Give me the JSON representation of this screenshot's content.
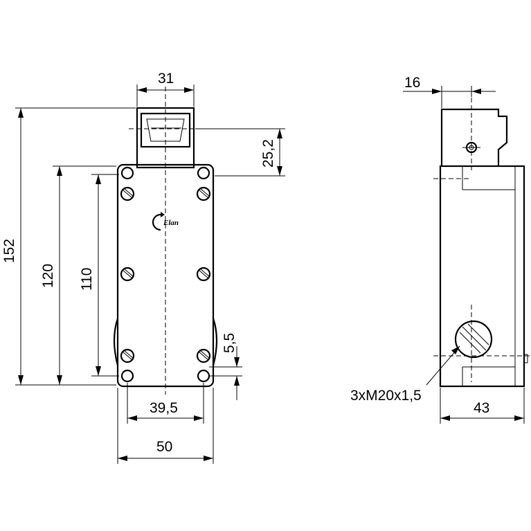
{
  "front_view": {
    "dim_top_width": "31",
    "dim_actuator_height": "25,2",
    "dim_overall_height": "152",
    "dim_body_height": "120",
    "dim_hole_spacing_v": "110",
    "dim_hole_offset": "5,5",
    "dim_hole_spacing_h": "39,5",
    "dim_body_width": "50",
    "logo_text": "Elan"
  },
  "side_view": {
    "dim_top_depth": "16",
    "dim_depth": "43",
    "thread_label": "3xM20x1,5"
  }
}
